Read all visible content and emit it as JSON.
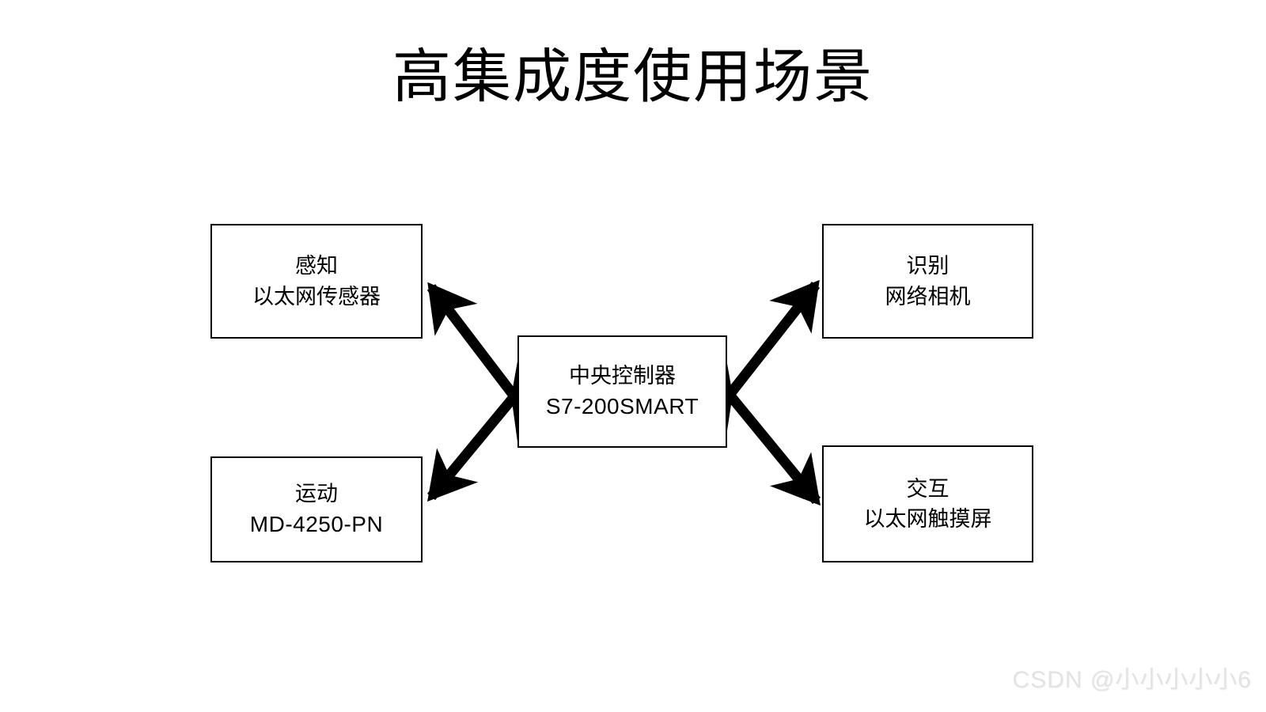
{
  "slide": {
    "title": "高集成度使用场景",
    "background_color": "#ffffff",
    "line_color": "#000000",
    "watermark": "CSDN @小小小小小6"
  },
  "nodes": {
    "central": {
      "line1": "中央控制器",
      "line2": "S7-200SMART",
      "role": "central-controller"
    },
    "sense": {
      "line1": "感知",
      "line2": "以太网传感器",
      "role": "sensing"
    },
    "motion": {
      "line1": "运动",
      "line2": "MD-4250-PN",
      "role": "motion"
    },
    "vision": {
      "line1": "识别",
      "line2": "网络相机",
      "role": "vision"
    },
    "hmi": {
      "line1": "交互",
      "line2": "以太网触摸屏",
      "role": "interaction"
    }
  },
  "connections": [
    {
      "id": "central-sense",
      "from": "central",
      "to": "sense",
      "style": "double-arrow",
      "direction": "bidirectional"
    },
    {
      "id": "central-motion",
      "from": "central",
      "to": "motion",
      "style": "double-arrow",
      "direction": "bidirectional"
    },
    {
      "id": "central-vision",
      "from": "central",
      "to": "vision",
      "style": "double-arrow",
      "direction": "bidirectional"
    },
    {
      "id": "central-hmi",
      "from": "central",
      "to": "hmi",
      "style": "double-arrow",
      "direction": "bidirectional"
    }
  ]
}
